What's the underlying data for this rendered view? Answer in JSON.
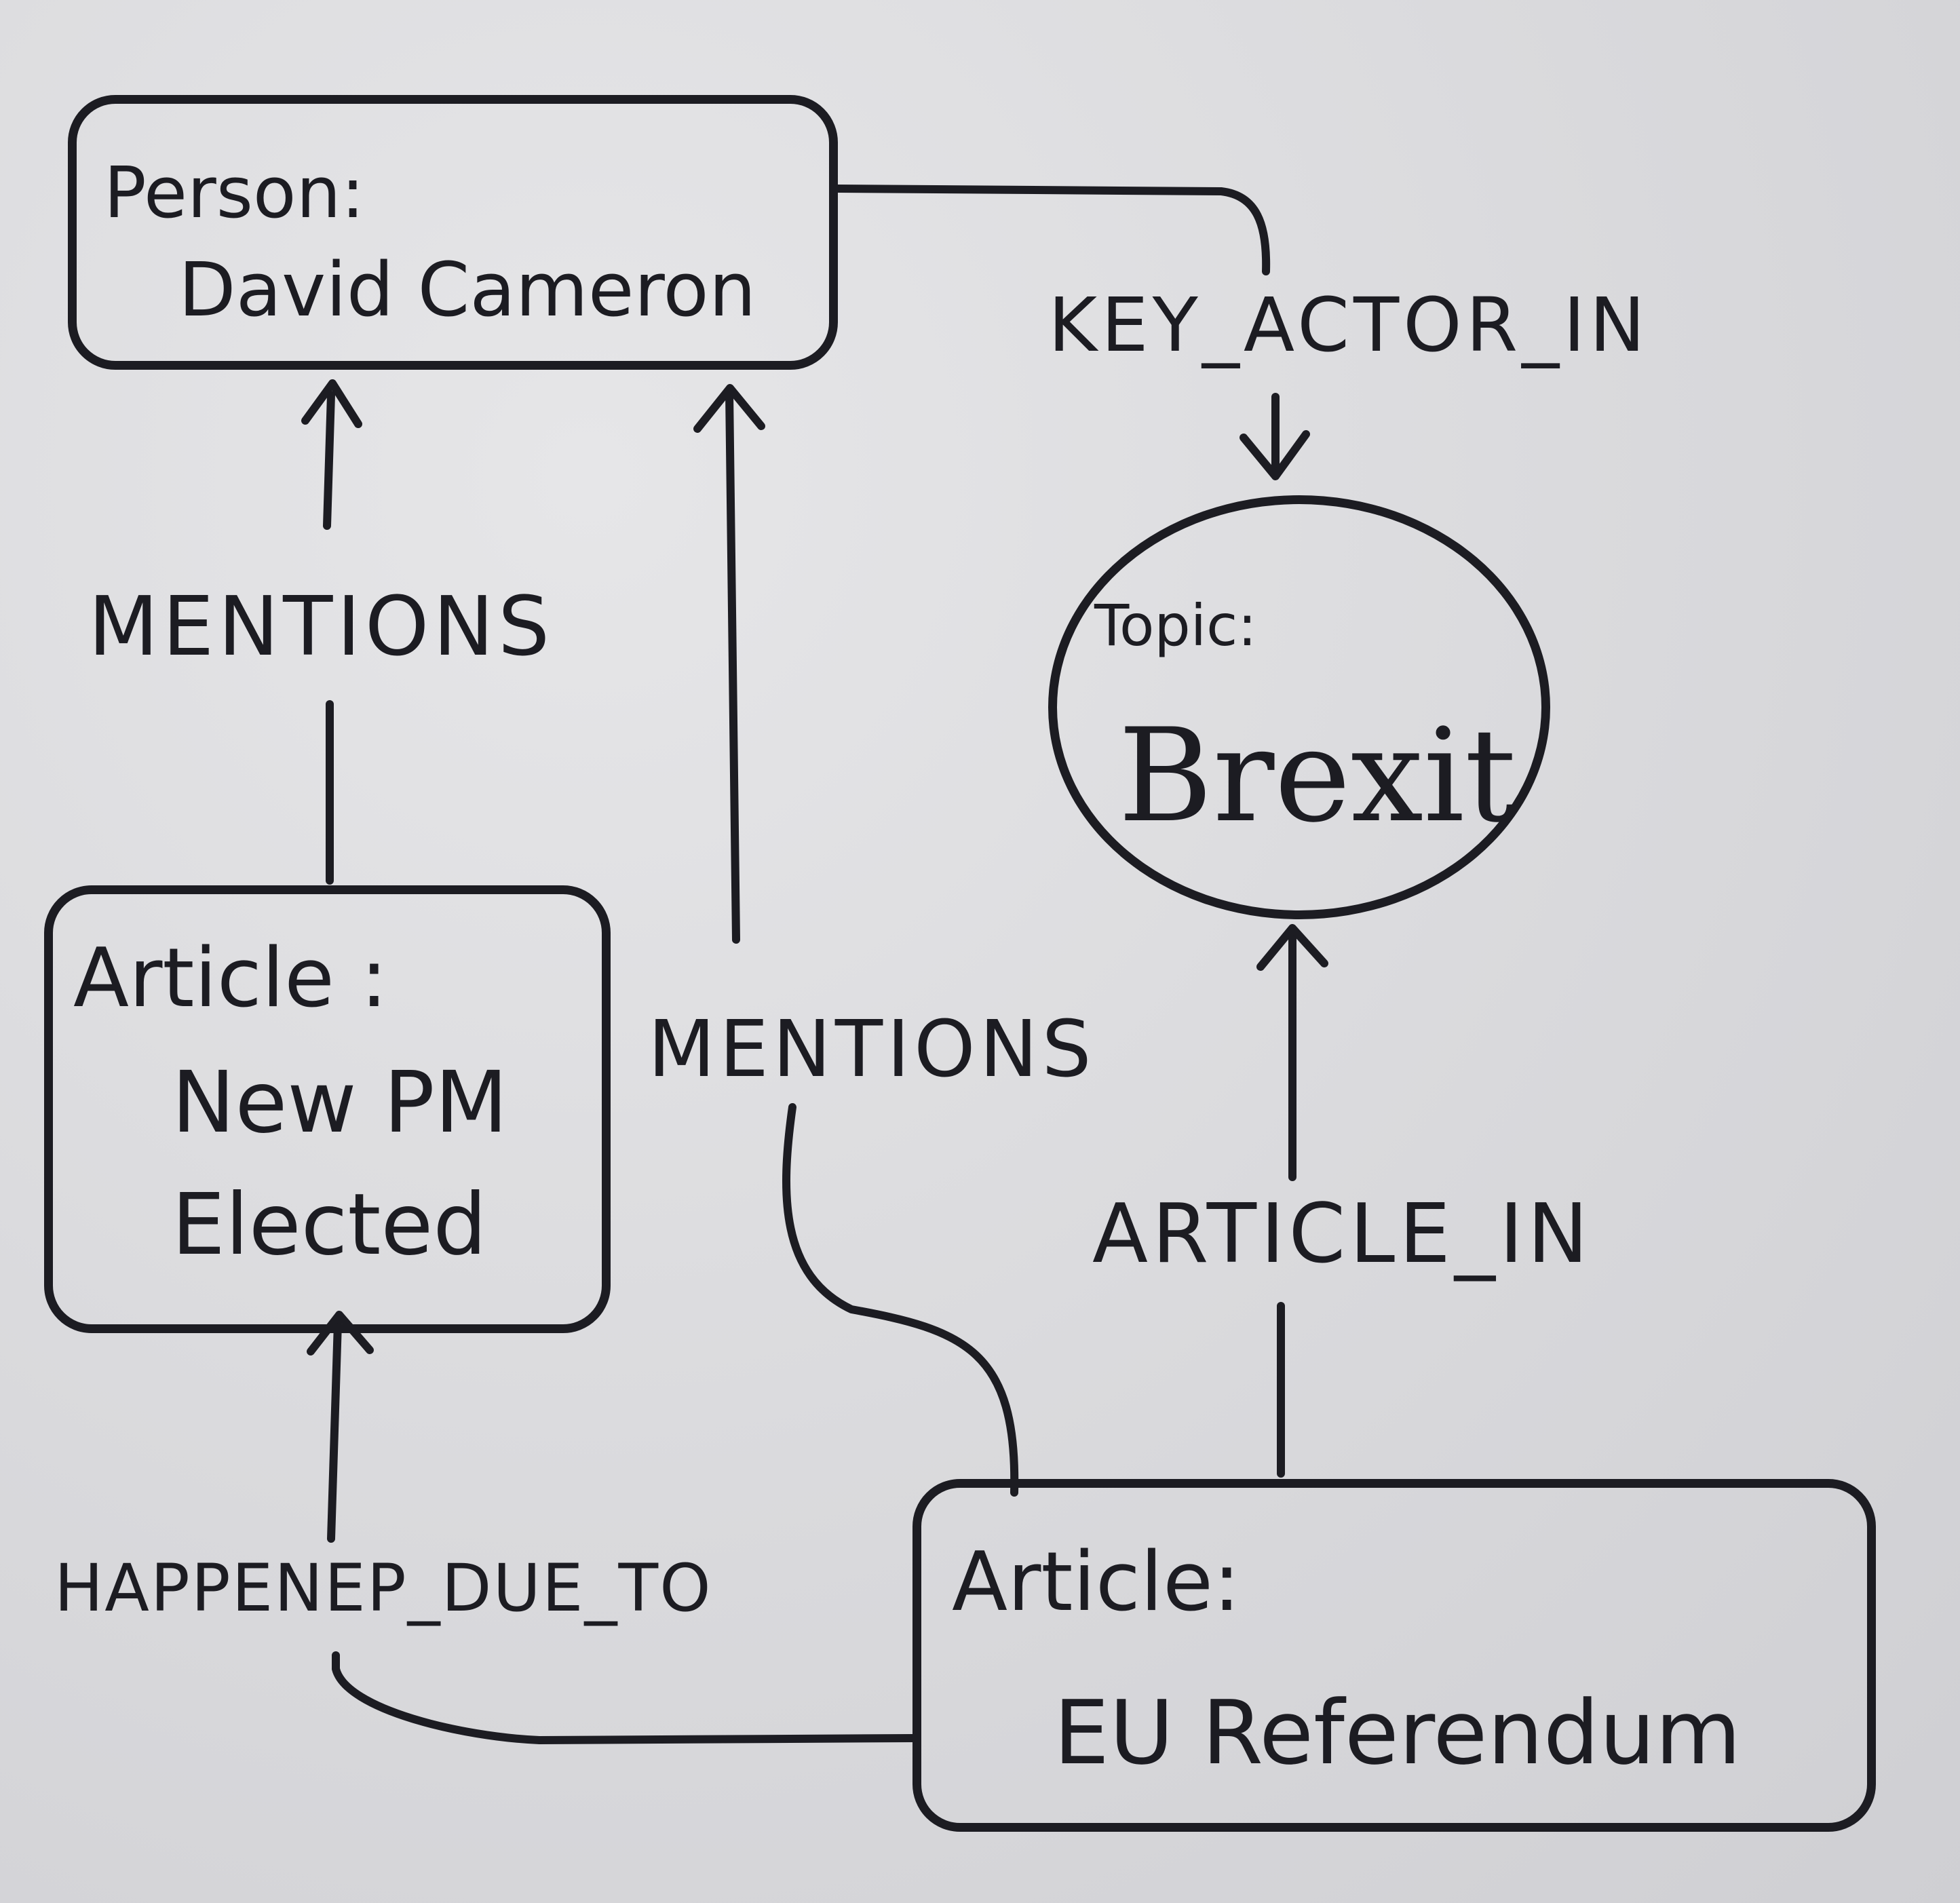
{
  "nodes": {
    "person": {
      "type": "Person:",
      "name": "David Cameron"
    },
    "topic": {
      "type": "Topic:",
      "name": "Brexit"
    },
    "article1": {
      "type": "Article :",
      "line1": "New PM",
      "line2": "Elected"
    },
    "article2": {
      "type": "Article:",
      "name": "EU Referendum"
    }
  },
  "edges": {
    "mentions1": "MENTIONS",
    "mentions2": "MENTIONS",
    "key_actor_in": "KEY_ACTOR_IN",
    "article_in": "ARTICLE_IN",
    "happened_due_to": "HAPPENEP_DUE_TO"
  },
  "colors": {
    "ink": "#1c1c22",
    "paper": "#d9d9db"
  }
}
